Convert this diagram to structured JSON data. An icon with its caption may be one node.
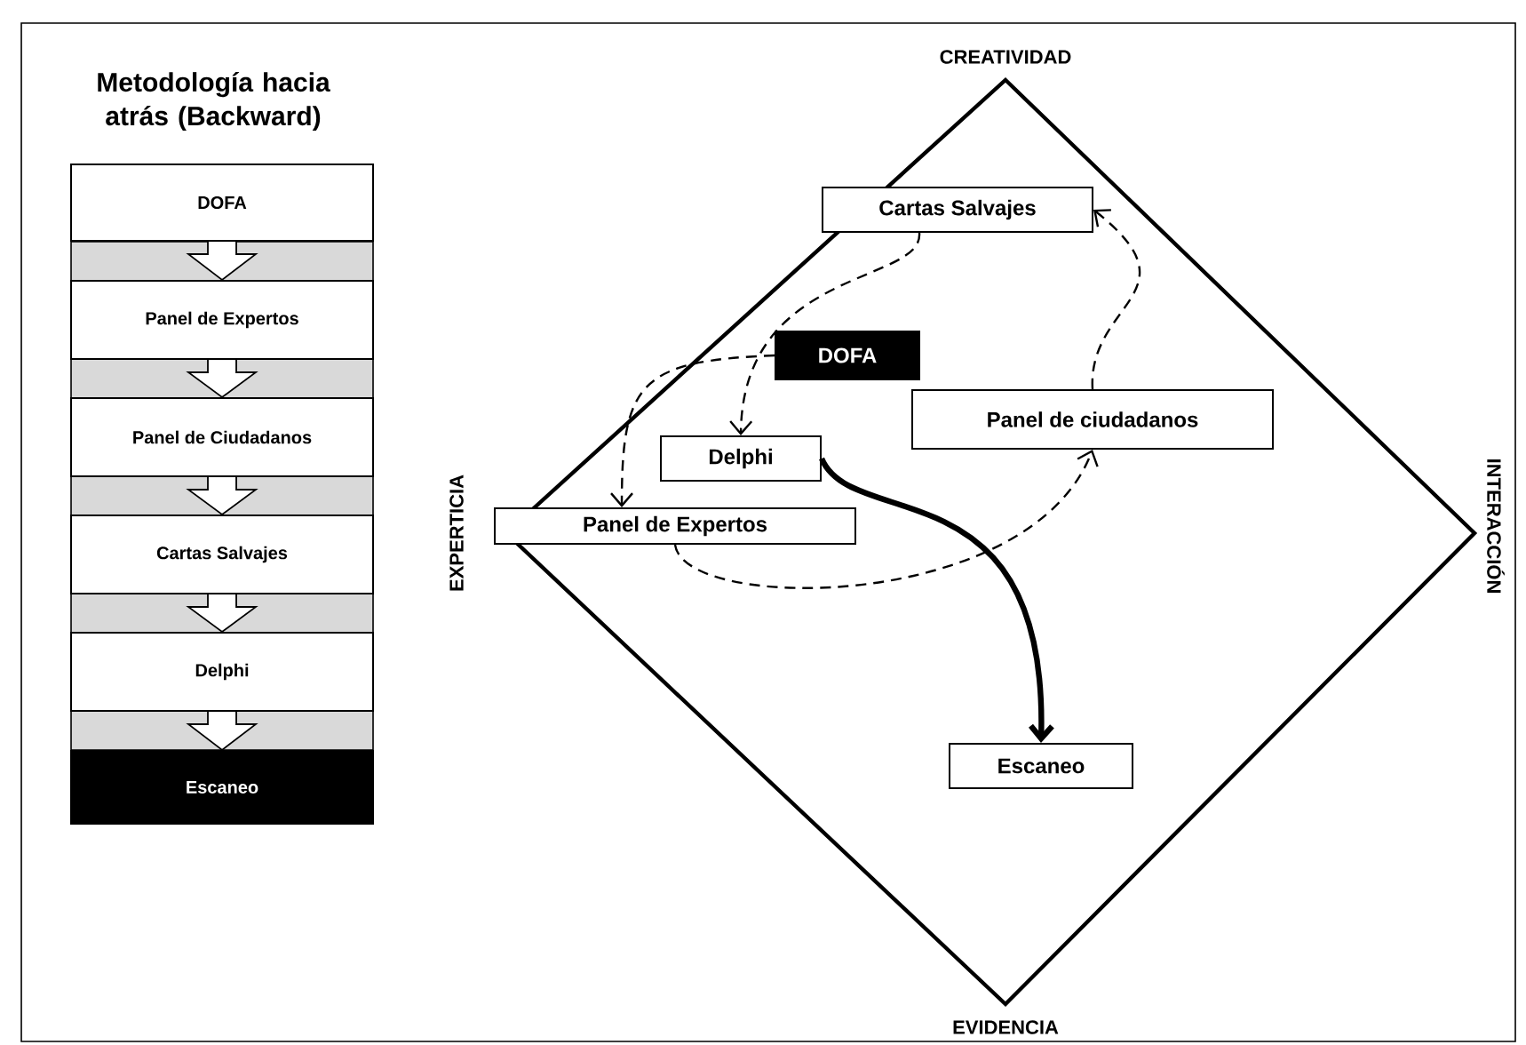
{
  "diagram": {
    "title": "Metodología hacia atrás (Backward)",
    "nodes": [
      {
        "text": [
          "DOFA"
        ]
      },
      {
        "text": [
          "Panel de Expertos"
        ]
      },
      {
        "text": [
          "Panel de Ciudadanos"
        ]
      },
      {
        "text": [
          "Cartas Salvajes"
        ]
      },
      {
        "text": [
          "Delphi"
        ]
      },
      {
        "text": [
          "Escaneo"
        ]
      },
      {
        "text": [
          "Cartas Salvajes"
        ]
      },
      {
        "text": [
          "DOFA"
        ]
      },
      {
        "text": [
          "Panel de ciudadanos"
        ]
      },
      {
        "text": [
          "Delphi"
        ]
      },
      {
        "text": [
          "Panel de Expertos"
        ]
      },
      {
        "text": [
          "Escaneo"
        ]
      }
    ],
    "edges": [
      {
        "from": 0,
        "to": 1,
        "arrow": "to"
      },
      {
        "from": 1,
        "to": 2,
        "arrow": "to"
      },
      {
        "from": 2,
        "to": 3,
        "arrow": "to"
      },
      {
        "from": 3,
        "to": 4,
        "arrow": "to"
      },
      {
        "from": 4,
        "to": 5,
        "arrow": "to"
      },
      {
        "from": 7,
        "to": 10,
        "arrow": "to",
        "style": "dashed"
      },
      {
        "from": 6,
        "to": 9,
        "arrow": "to",
        "style": "dashed"
      },
      {
        "from": 10,
        "to": 8,
        "arrow": "to",
        "style": "dashed"
      },
      {
        "from": 8,
        "to": 6,
        "arrow": "to",
        "style": "dashed"
      },
      {
        "from": 9,
        "to": 11,
        "arrow": "to",
        "style": "thick"
      }
    ],
    "labels": [
      "CREATIVIDAD",
      "EXPERTICIA",
      "INTERACCIÓN",
      "EVIDENCIA"
    ]
  }
}
